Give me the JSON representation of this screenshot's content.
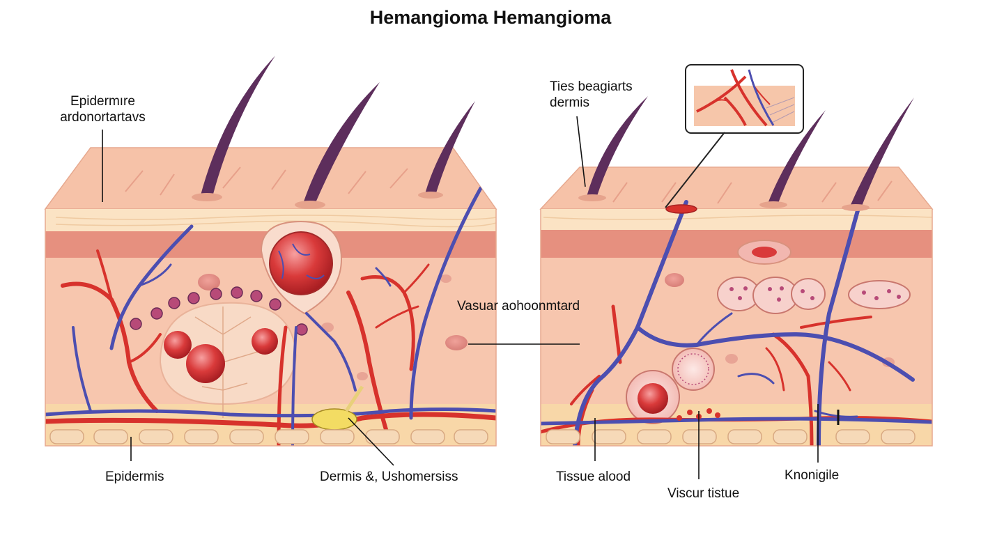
{
  "title": "Hemangioma Hemangioma",
  "labels": {
    "left_epidermis_top_line1": "Epidermıre",
    "left_epidermis_top_line2": "ardonortartavs",
    "left_bottom_epidermis": "Epidermis",
    "left_bottom_dermis": "Dermis &, Ushomersiss",
    "center_vascular": "Vasuar aohoonmtard",
    "right_top_line1": "Ties beagiarts",
    "right_top_line2": "dermis",
    "right_bottom_tissue": "Tissue alood",
    "right_bottom_viscur": "Viscur tistue",
    "right_bottom_knonigile": "Knonigile"
  },
  "colors": {
    "skin_surface": "#f6c2a8",
    "epidermis_band": "#fbe3c4",
    "dermis_band": "#e6907f",
    "dermis_body": "#f7c6ae",
    "fat_layer": "#f8d7a8",
    "artery": "#d7322c",
    "vein": "#4c4eb0",
    "hair": "#5d2e5c",
    "leader_line": "#111111"
  }
}
